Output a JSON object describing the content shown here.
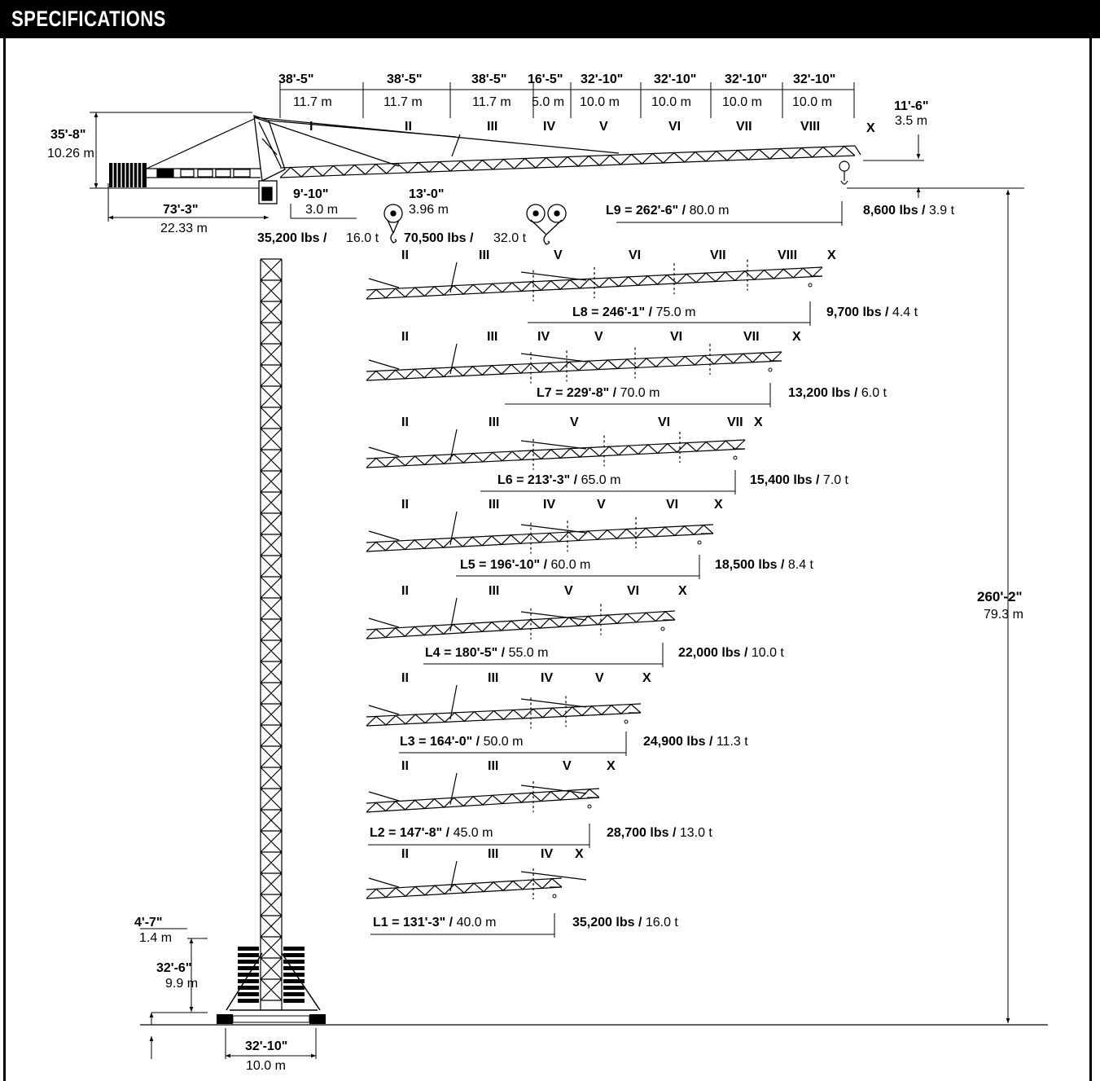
{
  "header": {
    "title": "SPECIFICATIONS"
  },
  "segments": [
    {
      "ft": "38'-5\"",
      "m": "11.7 m",
      "roman": "I"
    },
    {
      "ft": "38'-5\"",
      "m": "11.7 m",
      "roman": "II"
    },
    {
      "ft": "38'-5\"",
      "m": "11.7 m",
      "roman": "III"
    },
    {
      "ft": "16'-5\"",
      "m": "5.0 m",
      "roman": "IV"
    },
    {
      "ft": "32'-10\"",
      "m": "10.0 m",
      "roman": "V"
    },
    {
      "ft": "32'-10\"",
      "m": "10.0 m",
      "roman": "VI"
    },
    {
      "ft": "32'-10\"",
      "m": "10.0 m",
      "roman": "VII"
    },
    {
      "ft": "32'-10\"",
      "m": "10.0 m",
      "roman": "VIII"
    }
  ],
  "tip_label": "X",
  "dims": {
    "tip_height": {
      "ft": "11'-6\"",
      "m": "3.5 m"
    },
    "top_height": {
      "ft": "35'-8\"",
      "m": "10.26 m"
    },
    "counter_jib": {
      "ft": "73'-3\"",
      "m": "22.33 m"
    },
    "jib_offset": {
      "ft": "9'-10\"",
      "m": "3.0 m"
    },
    "hook_offset": {
      "ft": "13'-0\"",
      "m": "3.96 m"
    },
    "hook_height": {
      "ft": "260'-2\"",
      "m": "79.3 m"
    },
    "base_offset": {
      "ft": "4'-7\"",
      "m": "1.4 m"
    },
    "ballast_height": {
      "ft": "32'-6\"",
      "m": "9.9 m"
    },
    "base_width": {
      "ft": "32'-10\"",
      "m": "10.0 m"
    }
  },
  "reeving": [
    {
      "lbs": "35,200 lbs /",
      "t": "16.0 t"
    },
    {
      "lbs": "70,500 lbs /",
      "t": "32.0 t"
    }
  ],
  "configs": [
    {
      "len": "L9 = 262'-6\" /",
      "m": "80.0 m",
      "lbs": "8,600 lbs /",
      "t": "3.9 t",
      "sections": [
        "I",
        "II",
        "III",
        "IV",
        "V",
        "VI",
        "VII",
        "VIII",
        "X"
      ]
    },
    {
      "len": "L8 = 246'-1\" /",
      "m": "75.0 m",
      "lbs": "9,700 lbs /",
      "t": "4.4 t",
      "sections": [
        "II",
        "III",
        "V",
        "VI",
        "VII",
        "VIII",
        "X"
      ]
    },
    {
      "len": "L7 = 229'-8\" /",
      "m": "70.0 m",
      "lbs": "13,200 lbs /",
      "t": "6.0 t",
      "sections": [
        "II",
        "III",
        "IV",
        "V",
        "VI",
        "VII",
        "X"
      ]
    },
    {
      "len": "L6 = 213'-3\" /",
      "m": "65.0 m",
      "lbs": "15,400 lbs /",
      "t": "7.0 t",
      "sections": [
        "II",
        "III",
        "V",
        "VI",
        "VII",
        "X"
      ]
    },
    {
      "len": "L5 = 196'-10\" /",
      "m": "60.0 m",
      "lbs": "18,500 lbs /",
      "t": "8.4 t",
      "sections": [
        "II",
        "III",
        "IV",
        "V",
        "VI",
        "X"
      ]
    },
    {
      "len": "L4 = 180'-5\" /",
      "m": "55.0 m",
      "lbs": "22,000 lbs /",
      "t": "10.0 t",
      "sections": [
        "II",
        "III",
        "V",
        "VI",
        "X"
      ]
    },
    {
      "len": "L3 = 164'-0\" /",
      "m": "50.0 m",
      "lbs": "24,900 lbs /",
      "t": "11.3 t",
      "sections": [
        "II",
        "III",
        "IV",
        "V",
        "X"
      ]
    },
    {
      "len": "L2 = 147'-8\" /",
      "m": "45.0 m",
      "lbs": "28,700 lbs /",
      "t": "13.0 t",
      "sections": [
        "II",
        "III",
        "V",
        "X"
      ]
    },
    {
      "len": "L1 = 131'-3\" /",
      "m": "40.0 m",
      "lbs": "35,200 lbs /",
      "t": "16.0 t",
      "sections": [
        "II",
        "III",
        "IV",
        "X"
      ]
    }
  ]
}
